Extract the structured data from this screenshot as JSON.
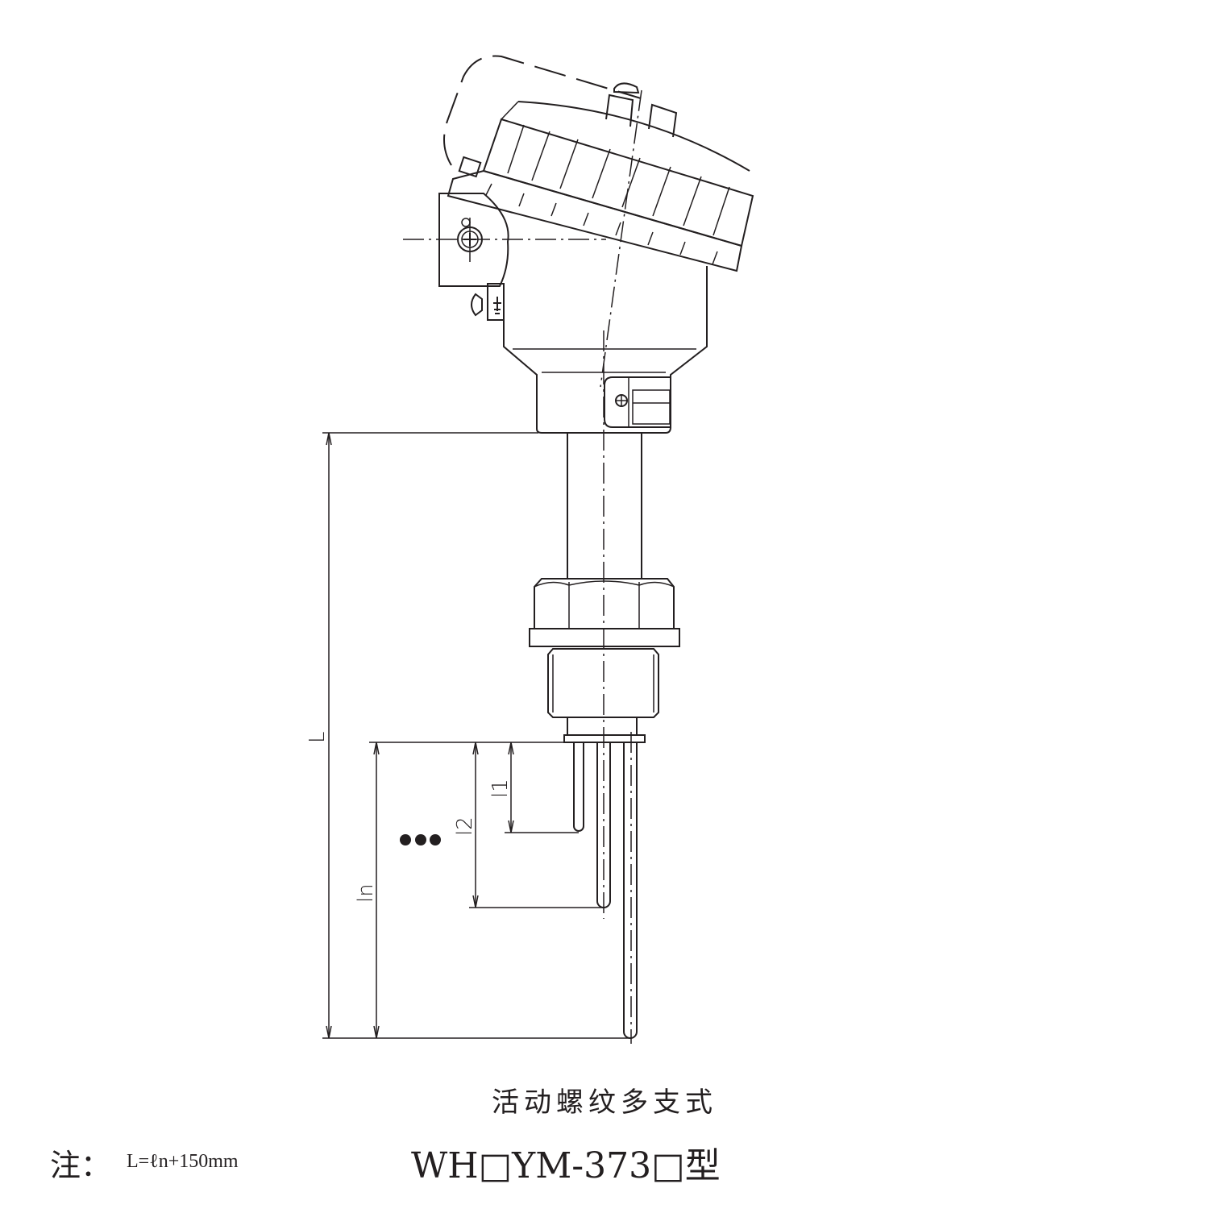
{
  "drawing": {
    "dimension_labels": {
      "L": "L",
      "l1": "l1",
      "l2": "l2",
      "ln": "ln"
    },
    "ellipsis": "•••"
  },
  "caption": {
    "title": "活动螺纹多支式",
    "model": "WH□YM-373□型"
  },
  "note": {
    "label": "注：",
    "formula": "L=ℓn+150mm"
  }
}
